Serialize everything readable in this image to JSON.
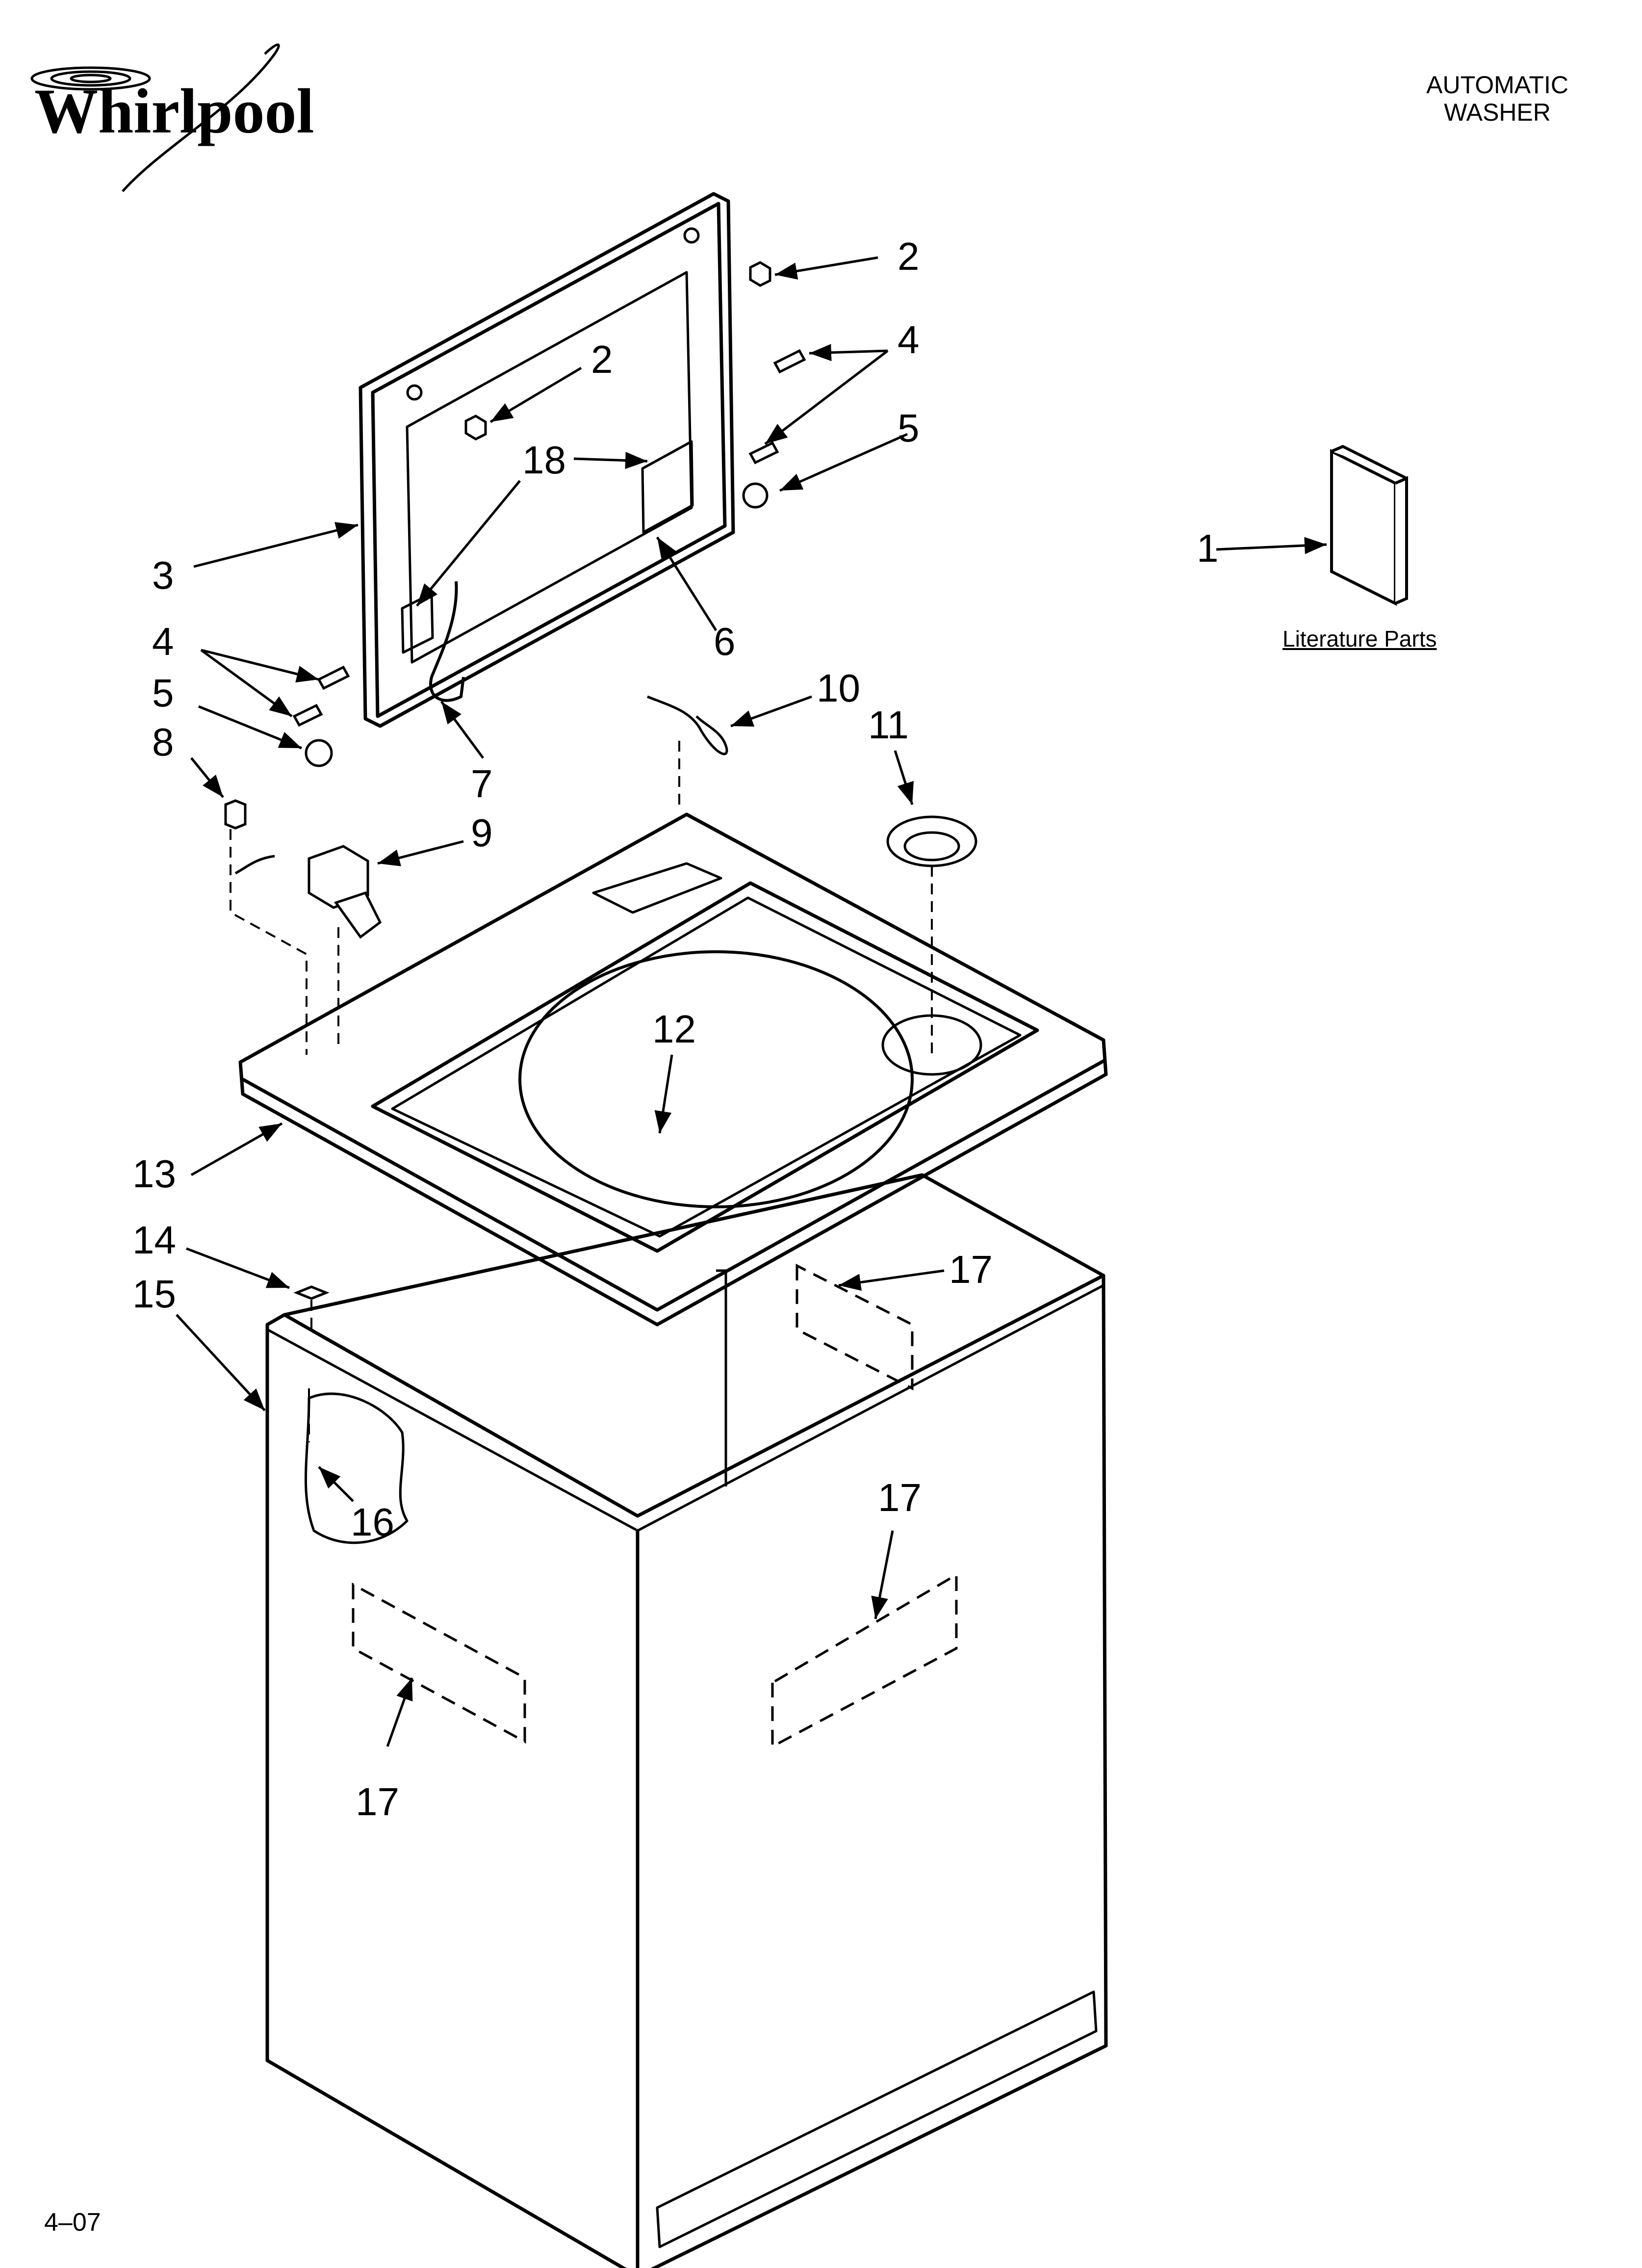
{
  "brand": {
    "name": "Whirlpool"
  },
  "header": {
    "line1": "AUTOMATIC",
    "line2": "WASHER"
  },
  "literature_label": "Literature Parts",
  "page_code": "4–07",
  "callouts": {
    "c1": "1",
    "c2a": "2",
    "c2b": "2",
    "c3": "3",
    "c4a": "4",
    "c4b": "4",
    "c5a": "5",
    "c5b": "5",
    "c6": "6",
    "c7": "7",
    "c8": "8",
    "c9": "9",
    "c10": "10",
    "c11": "11",
    "c12": "12",
    "c13": "13",
    "c14": "14",
    "c15": "15",
    "c16": "16",
    "c17a": "17",
    "c17b": "17",
    "c17c": "17",
    "c18": "18"
  },
  "colors": {
    "line": "#000000",
    "background": "#ffffff"
  }
}
